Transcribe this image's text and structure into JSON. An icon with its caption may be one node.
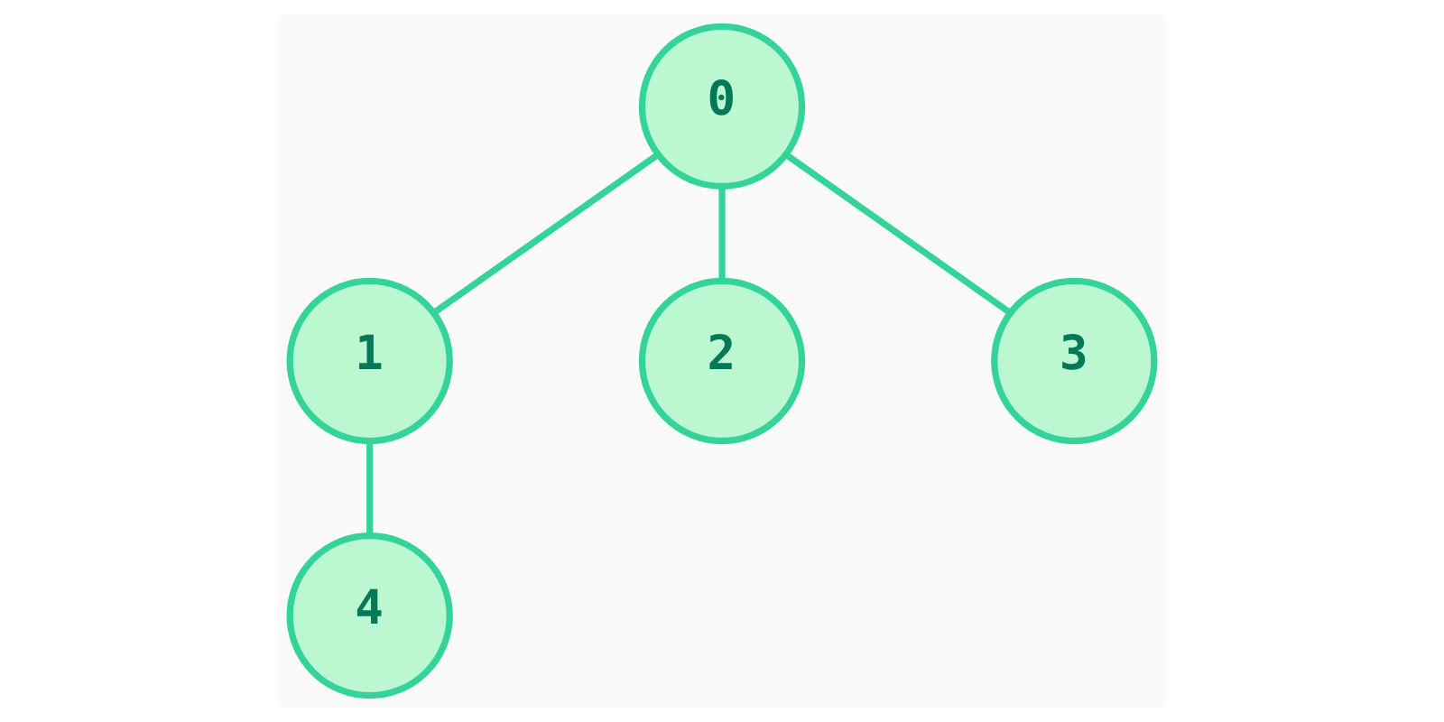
{
  "diagram": {
    "nodes": [
      {
        "text": [
          "0"
        ]
      },
      {
        "text": [
          "1"
        ]
      },
      {
        "text": [
          "2"
        ]
      },
      {
        "text": [
          "3"
        ]
      },
      {
        "text": [
          "4"
        ]
      }
    ],
    "edges": [
      {
        "from": 0,
        "to": 1,
        "arrow": "none"
      },
      {
        "from": 0,
        "to": 2,
        "arrow": "none"
      },
      {
        "from": 0,
        "to": 3,
        "arrow": "none"
      },
      {
        "from": 1,
        "to": 4,
        "arrow": "none"
      }
    ]
  }
}
